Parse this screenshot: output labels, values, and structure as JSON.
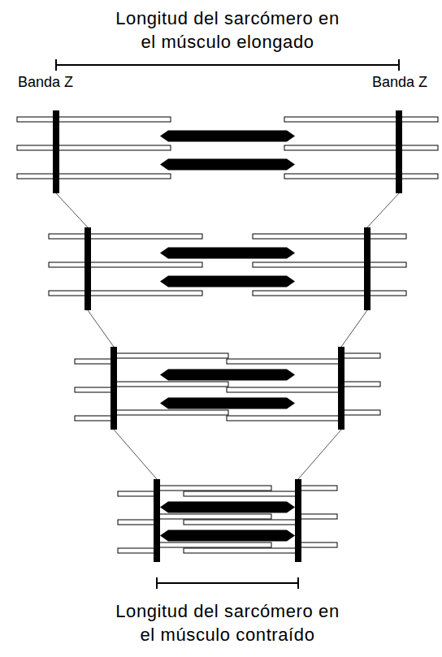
{
  "diagram": {
    "title": "Longitud del sarcómero en el músculo elongado",
    "caption": "Longitud del sarcómero en el músculo contraído",
    "labels": [
      "Banda Z",
      "Banda Z"
    ]
  }
}
